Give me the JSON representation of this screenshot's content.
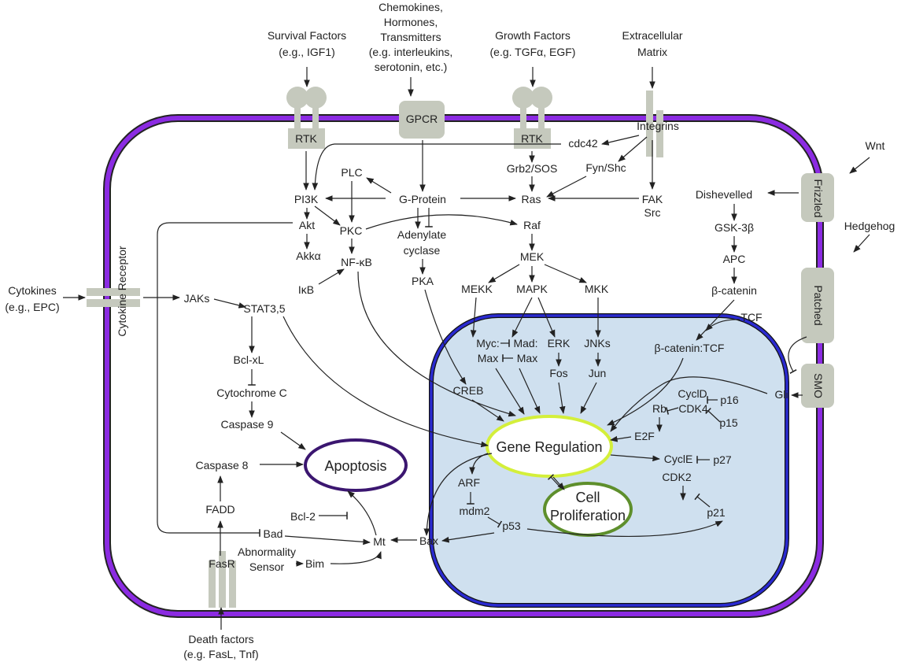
{
  "colors": {
    "cell_membrane": "#8B2BE2",
    "nucleus_fill": "#cfe0ef",
    "nucleus_border": "#2a2ad0",
    "gene_regulation": "#d4ef3a",
    "apoptosis": "#3b1670",
    "cell_proliferation": "#5e8f2c",
    "receptor": "#c5c9bd"
  },
  "inputs": {
    "survival": [
      "Survival Factors",
      "(e.g., IGF1)"
    ],
    "chemokines": [
      "Chemokines,",
      "Hormones,",
      "Transmitters",
      "(e.g. interleukins,",
      "serotonin, etc.)"
    ],
    "growth": [
      "Growth Factors",
      "(e.g. TGFα, EGF)"
    ],
    "ecm": [
      "Extracellular",
      "Matrix"
    ],
    "wnt": "Wnt",
    "hedgehog": "Hedgehog",
    "cytokines": [
      "Cytokines",
      "(e.g., EPC)"
    ],
    "death": [
      "Death factors",
      "(e.g. FasL, Tnf)"
    ]
  },
  "receptors": {
    "rtk1": "RTK",
    "gpcr": "GPCR",
    "rtk2": "RTK",
    "integrins": "Integrins",
    "cytokine": "Cytokine Receptor",
    "frizzled": "Frizzled",
    "patched": "Patched",
    "smo": "SMO",
    "fasr": "FasR"
  },
  "nodes": {
    "cdc42": "cdc42",
    "fyn": "Fyn/Shc",
    "grb2": "Grb2/SOS",
    "plc": "PLC",
    "pi3k": "PI3K",
    "gprotein": "G-Protein",
    "ras": "Ras",
    "fak": "FAK",
    "src": "Src",
    "akt": "Akt",
    "pkc": "PKC",
    "adenylate": [
      "Adenylate",
      "cyclase"
    ],
    "raf": "Raf",
    "akka": "Akkα",
    "nfkb": "NF-κB",
    "mek": "MEK",
    "ikb": "IκB",
    "pka": "PKA",
    "mekk": "MEKK",
    "mapk": "MAPK",
    "mkk": "MKK",
    "jaks": "JAKs",
    "stat": "STAT3,5",
    "dishevelled": "Dishevelled",
    "gsk": "GSK-3β",
    "apc": "APC",
    "bcatenin": "β-catenin",
    "tcf": "TCF",
    "bcattcf": "β-catenin:TCF",
    "myc": "Myc:",
    "mad": "Mad:",
    "max1": "Max",
    "max2": "Max",
    "erk": "ERK",
    "fos": "Fos",
    "jnks": "JNKs",
    "jun": "Jun",
    "bclxl": "Bcl-xL",
    "cytc": "Cytochrome C",
    "casp9": "Caspase 9",
    "casp8": "Caspase 8",
    "fadd": "FADD",
    "bad": "Bad",
    "bcl2": "Bcl-2",
    "mt": "Mt",
    "bim": "Bim",
    "abnormality": [
      "Abnormality",
      "Sensor"
    ],
    "creb": "CREB",
    "gli": "Gli",
    "cycld": "CyclD",
    "p16": "p16",
    "rb": "Rb",
    "cdk4": "CDK4",
    "p15": "p15",
    "e2f": "E2F",
    "cycle": "CyclE",
    "p27": "p27",
    "cdk2": "CDK2",
    "p21": "p21",
    "arf": "ARF",
    "mdm2": "mdm2",
    "p53": "p53",
    "bax": "Bax"
  },
  "outcomes": {
    "gene_regulation": "Gene Regulation",
    "apoptosis": "Apoptosis",
    "cell_proliferation": [
      "Cell",
      "Proliferation"
    ]
  }
}
